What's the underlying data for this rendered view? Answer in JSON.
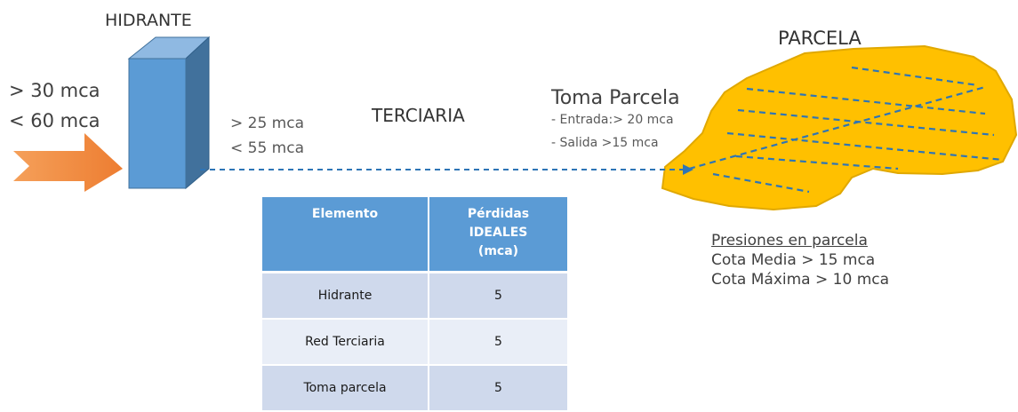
{
  "hydrant": {
    "title": "HIDRANTE",
    "inlet_min": "> 30 mca",
    "inlet_max": "< 60 mca",
    "outlet_min": "> 25 mca",
    "outlet_max": "< 55 mca"
  },
  "line": {
    "label": "TERCIARIA"
  },
  "toma": {
    "title": "Toma Parcela",
    "entrada": "- Entrada:> 20 mca",
    "salida": "- Salida >15 mca"
  },
  "parcela": {
    "title": "PARCELA",
    "presiones_title": "Presiones en parcela",
    "cota_media": "Cota Media > 15 mca",
    "cota_maxima": "Cota Máxima > 10 mca"
  },
  "table": {
    "headers": [
      "Elemento",
      "Pérdidas IDEALES (mca)"
    ],
    "header2_lines": [
      "Pérdidas",
      "IDEALES",
      "(mca)"
    ],
    "rows": [
      {
        "elemento": "Hidrante",
        "perdidas": "5"
      },
      {
        "elemento": "Red Terciaria",
        "perdidas": "5"
      },
      {
        "elemento": "Toma parcela",
        "perdidas": "5"
      }
    ]
  },
  "colors": {
    "hydrant_front": "#5b9bd5",
    "hydrant_side": "#41719c",
    "arrow": "#ed7d31",
    "parcel_fill": "#ffc000",
    "parcel_stroke": "#e0a800",
    "dash": "#2e75b6",
    "table_header": "#5b9bd5",
    "row_dark": "#cfd9ec",
    "row_light": "#e9eef7"
  },
  "icons": [
    "inlet-arrow-icon",
    "hydrant-block-icon",
    "parcel-shape-icon"
  ]
}
